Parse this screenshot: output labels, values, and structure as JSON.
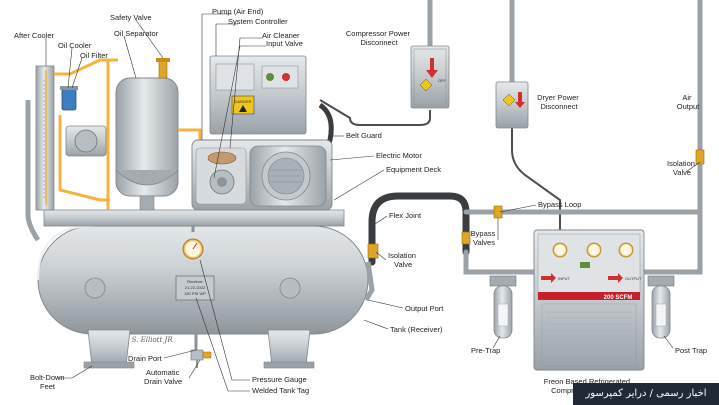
{
  "labels": {
    "after_cooler": "After Cooler",
    "oil_cooler": "Oil Cooler",
    "oil_filter": "Oil Filter",
    "safety_valve": "Safety Valve",
    "oil_separator": "Oil Separator",
    "pump_air_end": "Pump (Air End)",
    "system_controller": "System Controller",
    "air_cleaner": "Air Cleaner",
    "input_valve": "Input Valve",
    "compressor_power_disconnect": "Compressor Power\nDisconnect",
    "dryer_power_disconnect": "Dryer Power\nDisconnect",
    "air_output": "Air\nOutput",
    "belt_guard": "Belt Guard",
    "electric_motor": "Electric Motor",
    "equipment_deck": "Equipment Deck",
    "isolation_valve_right": "Isolation\nValve",
    "bypass_loop": "Bypass Loop",
    "bypass_valves": "Bypass\nValves",
    "flex_joint": "Flex Joint",
    "isolation_valve_tank": "Isolation\nValve",
    "output_port": "Output Port",
    "tank_receiver": "Tank (Receiver)",
    "pre_trap": "Pre-Trap",
    "post_trap": "Post Trap",
    "drain_port": "Drain Port",
    "automatic_drain_valve": "Automatic\nDrain Valve",
    "pressure_gauge": "Pressure Gauge",
    "welded_tank_tag": "Welded Tank Tag",
    "bolt_down_feet": "Bolt-Down\nFeet",
    "freon_dryer": "Freon Based Refrigerated\nCompressed Air Dryer"
  },
  "tank_tag": "Receiver\n21-22-2022\n150 PSI WP",
  "tank_signature": "Brian S. Elliott JR",
  "dryer_rating": "200 SCFM",
  "dryer_inlet": "INPUT",
  "dryer_outlet": "OUTPUT",
  "danger_label": "DANGER",
  "disconnect_off": "OFF",
  "watermark": "اخبار رسمی / درایر کمپرسور",
  "colors": {
    "metal": "#c9ced2",
    "metal_dark": "#8d959b",
    "brass": "#e0a526",
    "yellow_pipe": "#f3b33d",
    "hose": "#3a3d40",
    "warning": "#f0c419",
    "red": "#d0312d",
    "footer": "#1f2a36"
  },
  "icons": [
    "warning-triangle-icon",
    "red-arrow-down-icon",
    "red-arrow-right-icon",
    "gauge-icon"
  ]
}
